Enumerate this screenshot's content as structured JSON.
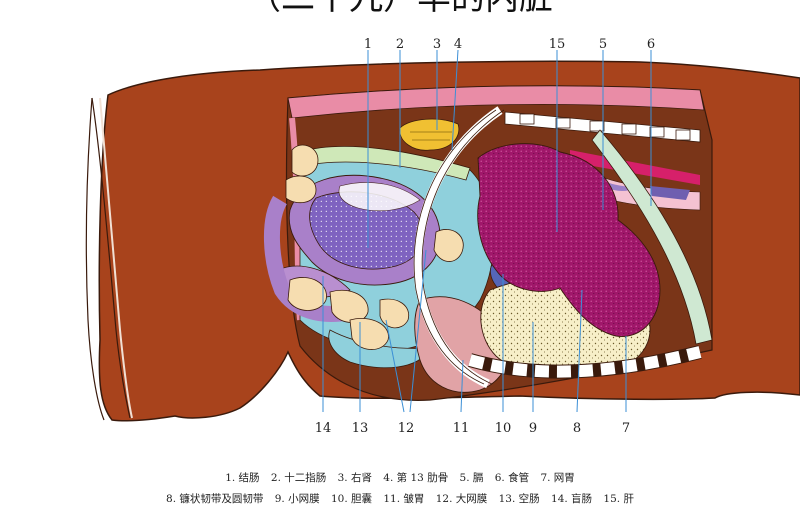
{
  "title": "（二十九）羊的内脏",
  "callouts": {
    "top": [
      {
        "label": "1"
      },
      {
        "label": "2"
      },
      {
        "label": "3"
      },
      {
        "label": "4"
      },
      {
        "label": "15"
      },
      {
        "label": "5"
      },
      {
        "label": "6"
      }
    ],
    "bottom": [
      {
        "label": "14"
      },
      {
        "label": "13"
      },
      {
        "label": "12"
      },
      {
        "label": "11"
      },
      {
        "label": "10"
      },
      {
        "label": "9"
      },
      {
        "label": "8"
      },
      {
        "label": "7"
      }
    ]
  },
  "legend": {
    "line1": [
      "1. 结肠",
      "2. 十二指肠",
      "3. 右肾",
      "4. 第 13 肋骨",
      "5. 膈",
      "6. 食管",
      "7. 网胃"
    ],
    "line2": [
      "8. 镰状韧带及圆韧带",
      "9. 小网膜",
      "10. 胆囊",
      "11. 皱胃",
      "12. 大网膜",
      "13. 空肠",
      "14. 盲肠",
      "15. 肝"
    ]
  },
  "colors": {
    "body": "#a8431c",
    "body_outline": "#3a1a0c",
    "peritoneum": "#e98ca6",
    "omentum": "#8fd0dc",
    "colon": "#a980c9",
    "liver": "#a0176a",
    "rumen_stipple": "#f7efc8",
    "callout_line": "#3b8fd6"
  }
}
